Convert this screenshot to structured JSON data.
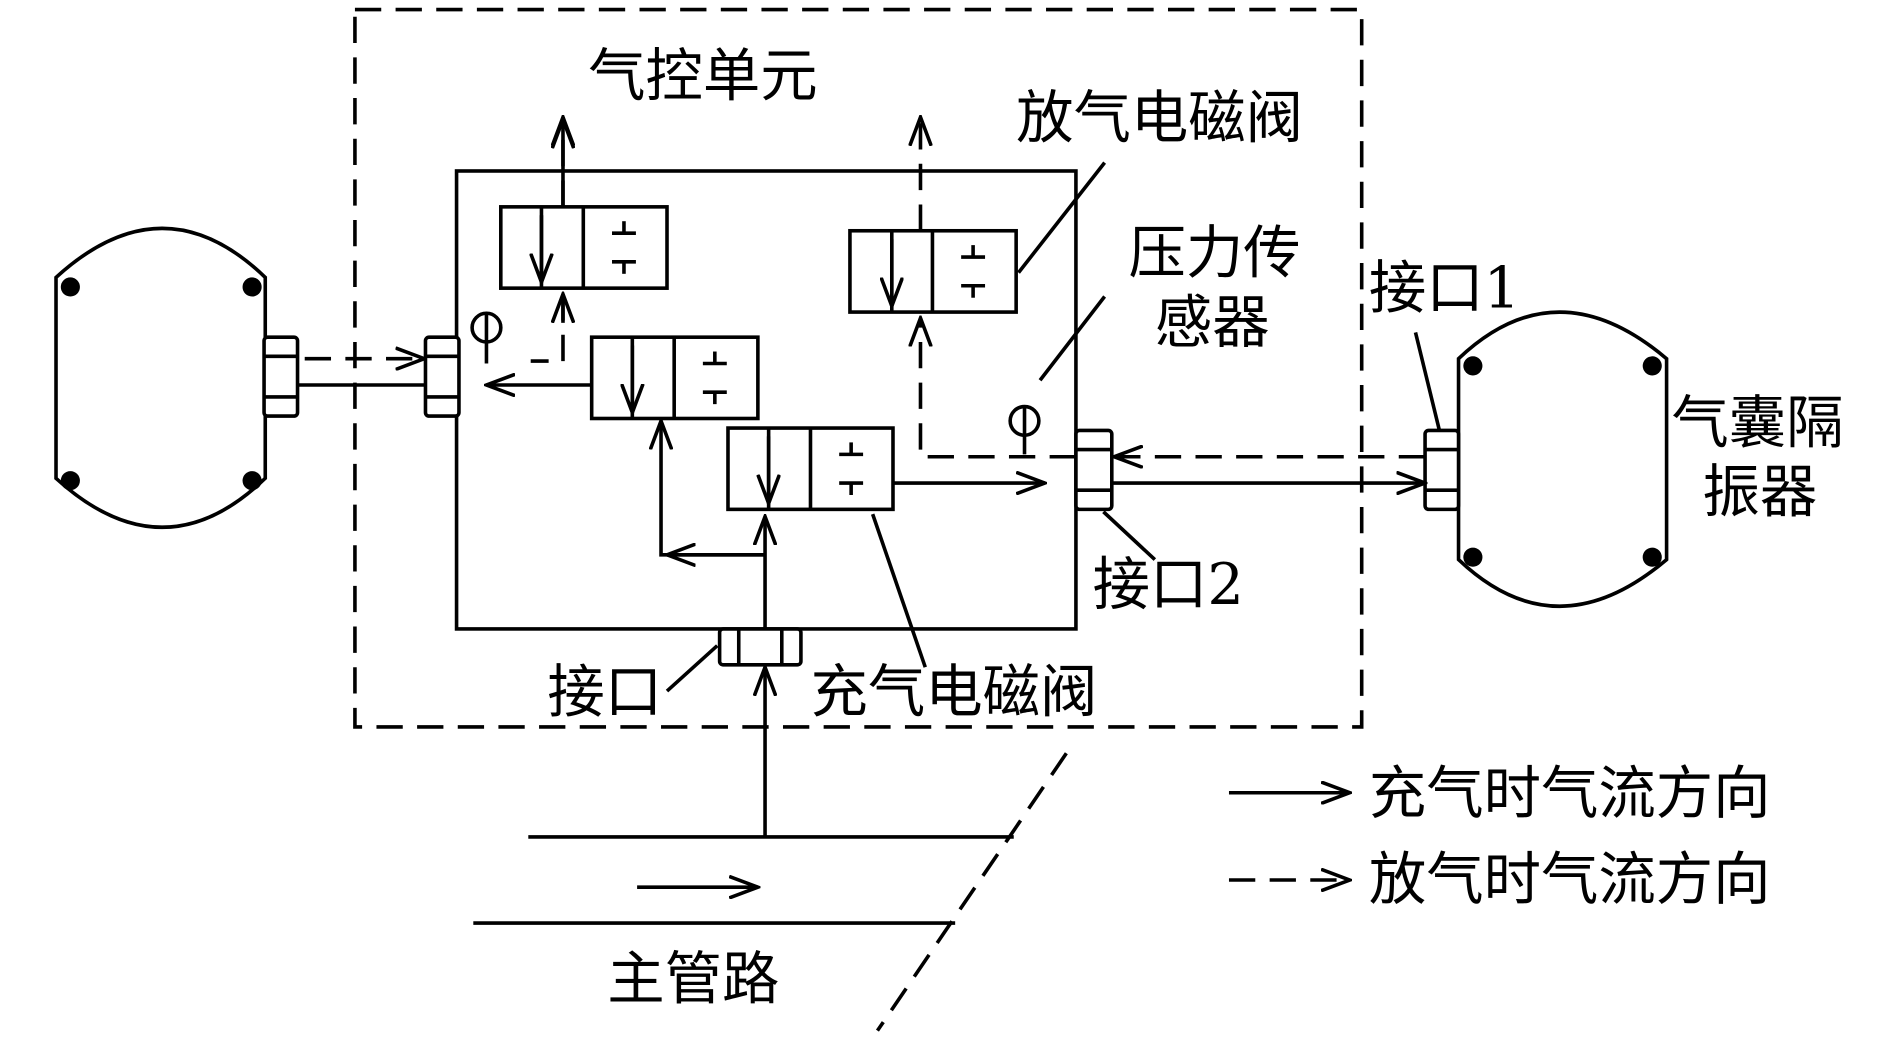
{
  "labels": {
    "control_unit": "气控单元",
    "exhaust_valve": "放气电磁阀",
    "pressure_sensor_line1": "压力传",
    "pressure_sensor_line2": "感器",
    "port1": "接口1",
    "port2": "接口2",
    "port": "接口",
    "inflation_valve": "充气电磁阀",
    "isolator_line1": "气囊隔",
    "isolator_line2": "振器",
    "main_pipe": "主管路"
  },
  "legend": {
    "inflate": "充气时气流方向",
    "deflate": "放气时气流方向"
  }
}
